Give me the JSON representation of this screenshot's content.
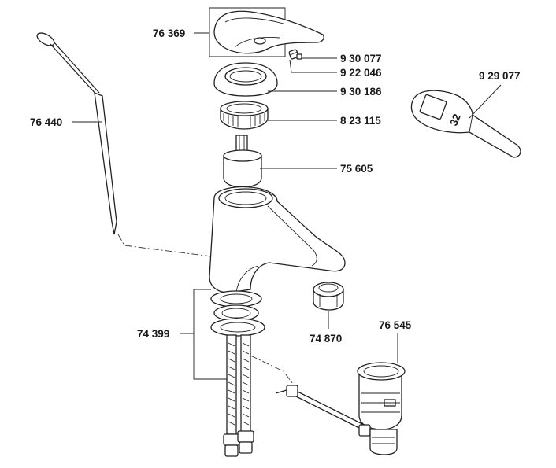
{
  "labels": {
    "handle": "76 369",
    "screw": "9 30 077",
    "plug": "9 22 046",
    "cover_cap": "9 30 186",
    "nut": "8 23 115",
    "cartridge": "75 605",
    "lift_rod": "76 440",
    "wrench": "9 29 077",
    "mounting_set": "74 399",
    "aerator": "74 870",
    "waste": "76 545"
  },
  "wrench_mark": "32"
}
